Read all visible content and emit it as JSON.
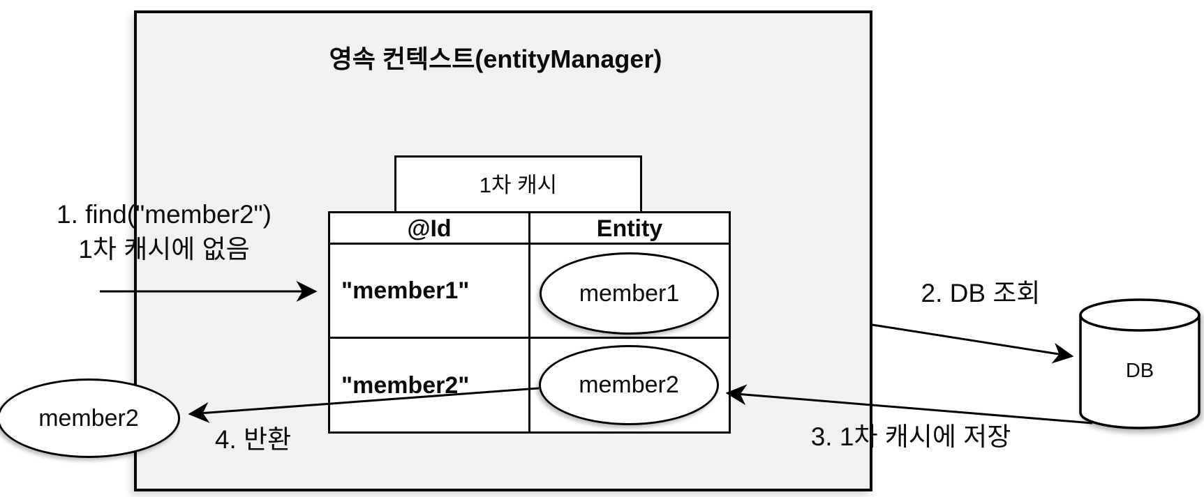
{
  "colors": {
    "background": "#ffffff",
    "context_fill": "#f1f1f2",
    "stroke": "#000000"
  },
  "context": {
    "title": "영속 컨텍스트(entityManager)"
  },
  "cache": {
    "title": "1차 캐시",
    "headers": {
      "id": "@Id",
      "entity": "Entity"
    },
    "rows": [
      {
        "id": "\"member1\"",
        "entity": "member1"
      },
      {
        "id": "\"member2\"",
        "entity": "member2"
      }
    ]
  },
  "result": {
    "label": "member2"
  },
  "db": {
    "label": "DB"
  },
  "steps": {
    "step1": {
      "line1": "1. find(\"member2\")",
      "line2": "1차 캐시에 없음"
    },
    "step2": {
      "label": "2. DB 조회"
    },
    "step3": {
      "label": "3. 1차 캐시에 저장"
    },
    "step4": {
      "label": "4. 반환"
    }
  }
}
